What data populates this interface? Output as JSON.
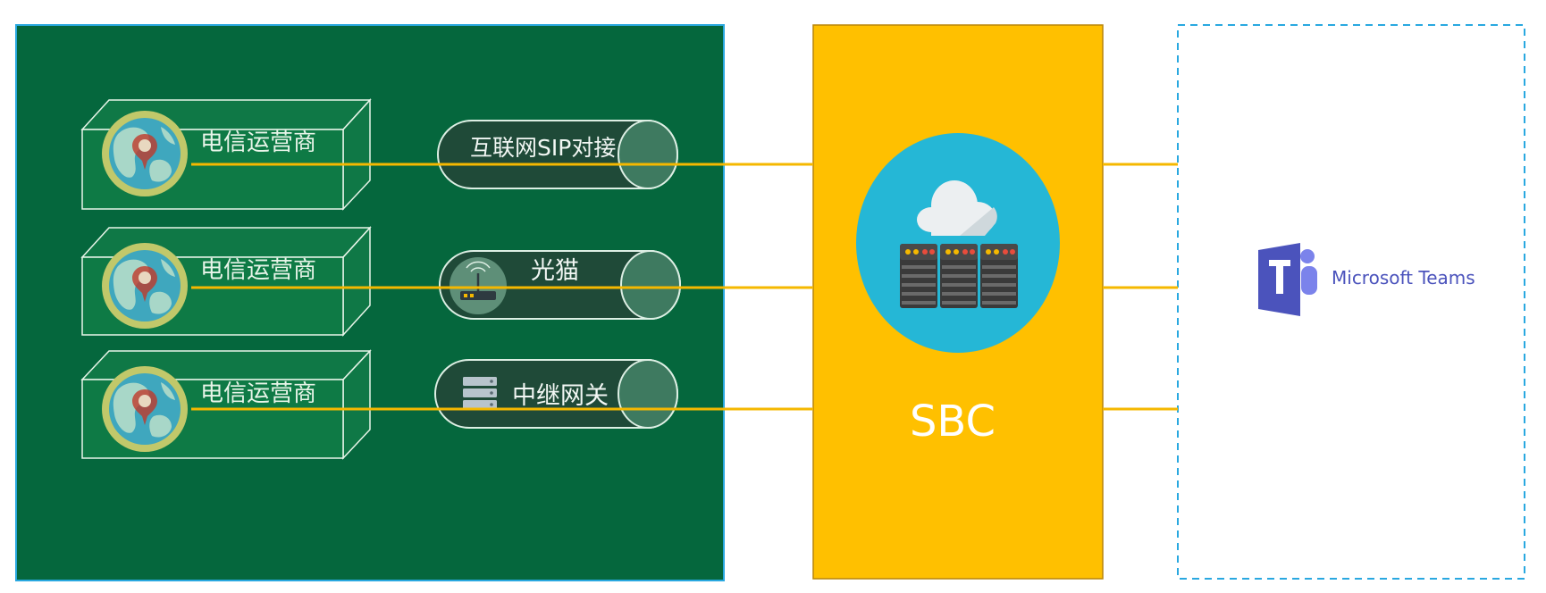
{
  "carriers": [
    {
      "label": "电信运营商"
    },
    {
      "label": "电信运营商"
    },
    {
      "label": "电信运营商"
    }
  ],
  "connections": [
    {
      "label": "互联网SIP对接"
    },
    {
      "label": "光猫"
    },
    {
      "label": "中继网关"
    }
  ],
  "sbc": {
    "label": "SBC"
  },
  "teams": {
    "label": "Microsoft Teams",
    "logo_letter": "T"
  },
  "colors": {
    "green_panel": "#05673D",
    "sbc_yellow": "#FFC000",
    "line_yellow": "#F5B800",
    "cloud_blue": "#25B7D6",
    "teams_purple": "#4B53BC",
    "dashed_border": "#29A8E0",
    "globe_ring": "#C1C86A"
  }
}
